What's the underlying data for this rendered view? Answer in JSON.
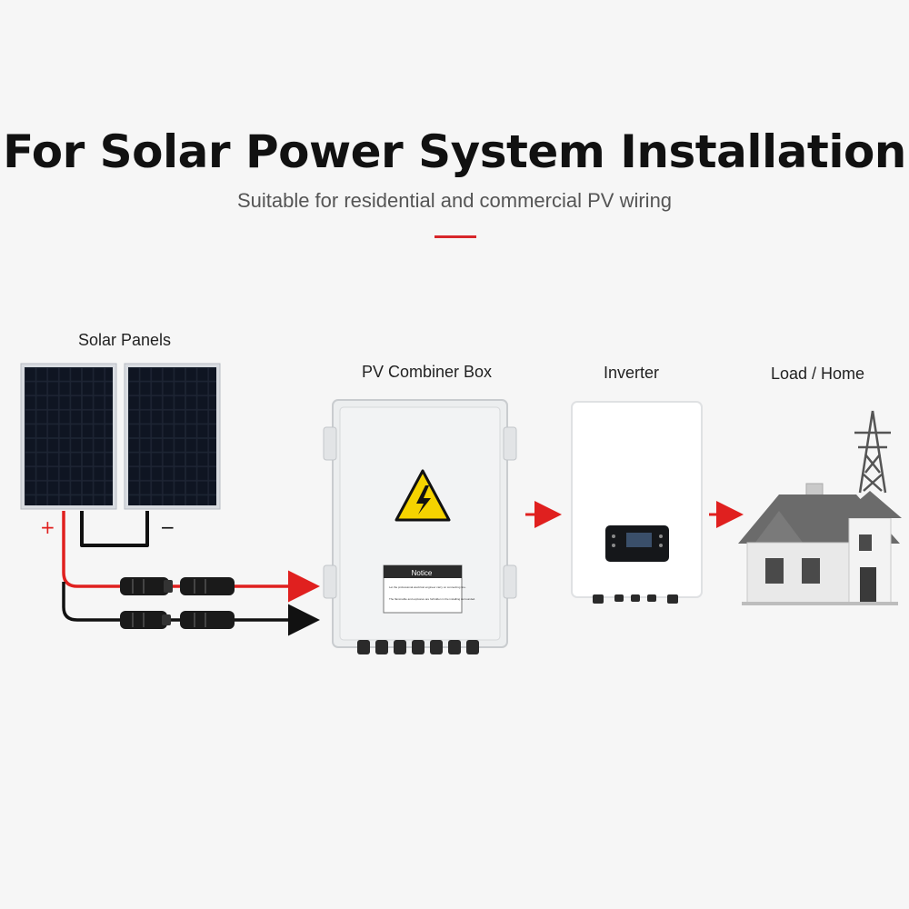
{
  "header": {
    "title": "For Solar Power System Installation",
    "subtitle": "Suitable for residential and commercial PV wiring"
  },
  "labels": {
    "solar_panels": "Solar Panels",
    "combiner_box": "PV Combiner Box",
    "inverter": "Inverter",
    "load_home": "Load / Home"
  },
  "polarity": {
    "positive": "+",
    "negative": "−"
  },
  "notice": {
    "heading": "Notice",
    "line1": "Let the professional electrical engineer carry on connecting line.",
    "line2": "The flammable and explosive are forbidden in the installing surrounded."
  },
  "colors": {
    "accent": "#d7262a",
    "wire_positive": "#e0201f",
    "wire_negative": "#111111",
    "warning": "#f5d300"
  },
  "icons": [
    "solar-panel-icon",
    "combiner-box-icon",
    "warning-triangle-icon",
    "inverter-icon",
    "house-icon",
    "power-tower-icon",
    "mc4-connector-icon",
    "arrow-right-icon"
  ]
}
